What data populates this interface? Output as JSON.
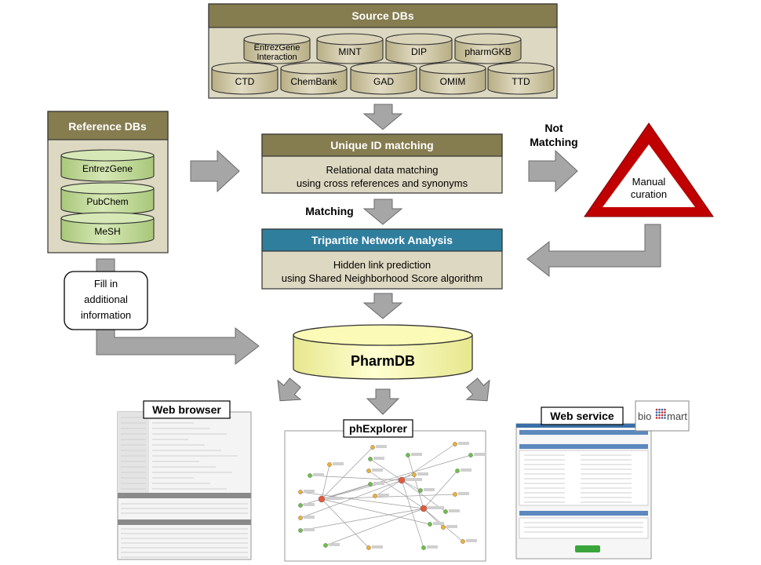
{
  "source_dbs": {
    "title": "Source DBs",
    "row1": [
      "EntrezGene\nInteraction",
      "MINT",
      "DIP",
      "pharmGKB"
    ],
    "row2": [
      "CTD",
      "ChemBank",
      "GAD",
      "OMIM",
      "TTD"
    ]
  },
  "reference_dbs": {
    "title": "Reference DBs",
    "items": [
      "EntrezGene",
      "PubChem",
      "MeSH"
    ]
  },
  "unique_id": {
    "title": "Unique ID matching",
    "line1": "Relational data matching",
    "line2": "using cross references and synonyms"
  },
  "tripartite": {
    "title": "Tripartite Network Analysis",
    "line1": "Hidden link prediction",
    "line2": "using Shared Neighborhood Score algorithm"
  },
  "labels": {
    "matching": "Matching",
    "not_matching_1": "Not",
    "not_matching_2": "Matching",
    "manual_1": "Manual",
    "manual_2": "curation",
    "fill_1": "Fill in",
    "fill_2": "additional",
    "fill_3": "information",
    "pharmdb": "PharmDB"
  },
  "panels": {
    "web_browser": "Web browser",
    "phexplorer": "phExplorer",
    "web_service": "Web service",
    "biomart": "bio mart"
  },
  "colors": {
    "olive_header": "#857c4f",
    "tan_fill": "#ddd8c1",
    "green_cyl": "#c2d99a",
    "teal_header": "#2f7e9e",
    "pharmdb_fill": "#fbfbb7",
    "triangle_red": "#c00000"
  }
}
